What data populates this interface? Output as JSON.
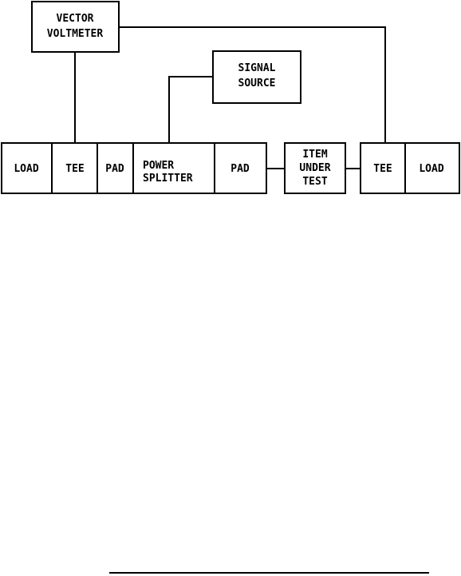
{
  "blocks": {
    "vector_voltmeter": {
      "line1": "VECTOR",
      "line2": "VOLTMETER"
    },
    "signal_source": {
      "line1": "SIGNAL",
      "line2": "SOURCE"
    },
    "load_left": {
      "label": "LOAD"
    },
    "tee_left": {
      "label": "TEE"
    },
    "pad_left": {
      "label": "PAD"
    },
    "power_splitter": {
      "line1": "POWER",
      "line2": "SPLITTER"
    },
    "pad_right": {
      "label": "PAD"
    },
    "item_under_test": {
      "line1": "ITEM",
      "line2": "UNDER",
      "line3": "TEST"
    },
    "tee_right": {
      "label": "TEE"
    },
    "load_right": {
      "label": "LOAD"
    }
  },
  "colors": {
    "stroke": "#000000",
    "background": "#ffffff"
  }
}
